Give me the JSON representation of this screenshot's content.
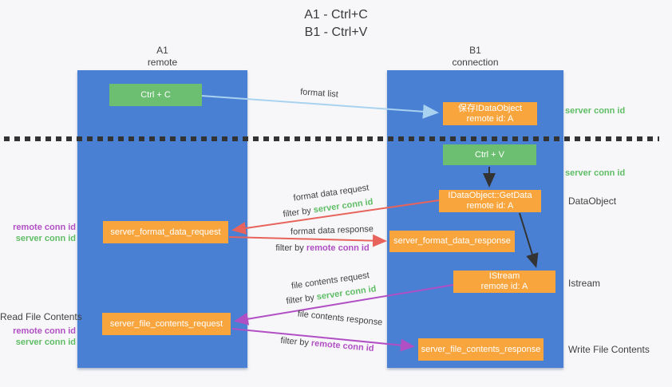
{
  "title": {
    "line1": "A1 - Ctrl+C",
    "line2": "B1 - Ctrl+V"
  },
  "lanes": {
    "left": {
      "name": "A1",
      "role": "remote"
    },
    "right": {
      "name": "B1",
      "role": "connection"
    }
  },
  "boxes": {
    "ctrl_c": {
      "label": "Ctrl + C"
    },
    "save_dataobject": {
      "label": "保存IDataObject",
      "sub": "remote id: A"
    },
    "ctrl_v": {
      "label": "Ctrl + V"
    },
    "getdata": {
      "label": "IDataObject::GetData",
      "sub": "remote id: A"
    },
    "format_request": {
      "label": "server_format_data_request"
    },
    "format_response": {
      "label": "server_format_data_response"
    },
    "istream": {
      "label": "IStream",
      "sub": "remote id: A"
    },
    "file_request": {
      "label": "server_file_contents_request"
    },
    "file_response": {
      "label": "server_file_contents_response"
    }
  },
  "flow_labels": {
    "format_list": "format list",
    "format_data_request": "format data request",
    "format_data_response": "format data response",
    "file_contents_request": "file contents request",
    "file_contents_response": "file contents response",
    "filter_by": "filter by",
    "server_conn_id": "server conn id",
    "remote_conn_id": "remote conn id"
  },
  "side_labels": {
    "right_server_conn_top": "server conn id",
    "right_server_conn_mid": "server conn id",
    "dataobject": "DataObject",
    "istream": "Istream",
    "write_file_contents": "Write File Contents",
    "left_remote_conn_1": "remote conn id",
    "left_server_conn_1": "server conn id",
    "read_file_contents": "Read File Contents",
    "left_remote_conn_2": "remote conn id",
    "left_server_conn_2": "server conn id"
  },
  "colors": {
    "lane_blue": "#4a80d4",
    "green_box": "#6cbe70",
    "orange_box": "#f9a53e",
    "red_arrow": "#e8635c",
    "purple": "#b14fc4",
    "light_blue_arrow": "#a9d2f0",
    "green_text": "#5fbd66",
    "dark_text": "#3f3f3f",
    "bg": "#f7f7f9"
  }
}
